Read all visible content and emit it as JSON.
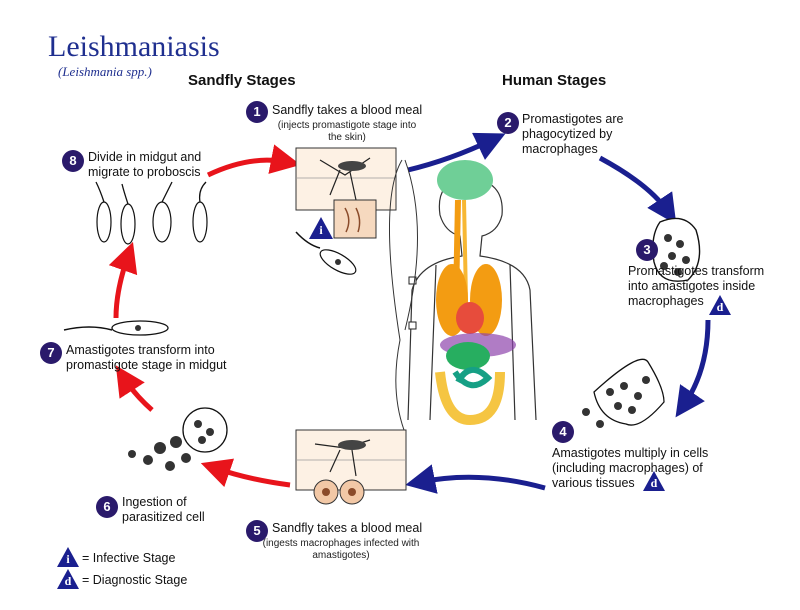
{
  "title": "Leishmaniasis",
  "subtitle": "(Leishmania spp.)",
  "headings": {
    "sandfly": "Sandfly Stages",
    "human": "Human Stages"
  },
  "stages": [
    {
      "num": "1",
      "label": "Sandfly takes a blood meal",
      "sub": "(injects promastigote stage into the skin)"
    },
    {
      "num": "2",
      "label": "Promastigotes are phagocytized by macrophages"
    },
    {
      "num": "3",
      "label": "Promastigotes transform into amastigotes inside macrophages"
    },
    {
      "num": "4",
      "label": "Amastigotes multiply in cells (including macrophages) of various tissues"
    },
    {
      "num": "5",
      "label": "Sandfly takes a blood meal",
      "sub": "(ingests macrophages infected with amastigotes)"
    },
    {
      "num": "6",
      "label": "Ingestion of parasitized cell"
    },
    {
      "num": "7",
      "label": "Amastigotes transform into promastigote stage in midgut"
    },
    {
      "num": "8",
      "label": "Divide in midgut and migrate to proboscis"
    }
  ],
  "legend": {
    "infective_symbol": "i",
    "infective_text": "= Infective Stage",
    "diagnostic_symbol": "d",
    "diagnostic_text": "= Diagnostic Stage"
  },
  "colors": {
    "human_arrows": "#1a1f8f",
    "sandfly_arrows": "#e8141b",
    "badge": "#2a1a6b",
    "title": "#1f2f8f"
  }
}
